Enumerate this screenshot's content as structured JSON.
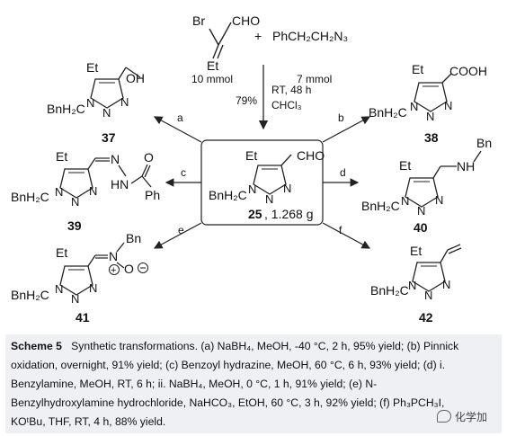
{
  "reaction": {
    "reagent1_label": "Br",
    "reagent1_group": "CHO",
    "reagent1_et": "Et",
    "plus": "+",
    "reagent2": "PhCH₂CH₂N₃",
    "amount1": "10 mmol",
    "amount2": "7 mmol",
    "yield_main": "79%",
    "condition_line1": "RT, 48 h",
    "condition_line2": "CHCl₃"
  },
  "center": {
    "et": "Et",
    "group": "CHO",
    "bnh2c": "BnH₂C",
    "n1": "N",
    "n2": "N",
    "n3": "N",
    "compound_number": "25",
    "compound_amount": ", 1.268 g"
  },
  "arrows": {
    "a": "a",
    "b": "b",
    "c": "c",
    "d": "d",
    "e": "e",
    "f": "f"
  },
  "compounds": {
    "c37": {
      "et": "Et",
      "group": "OH",
      "bnh2c": "BnH₂C",
      "n": "N",
      "number": "37"
    },
    "c38": {
      "et": "Et",
      "group": "COOH",
      "bnh2c": "BnH₂C",
      "n": "N",
      "number": "38"
    },
    "c39": {
      "et": "Et",
      "nh": "HN",
      "n_hz": "N",
      "ph": "Ph",
      "o": "O",
      "bnh2c": "BnH₂C",
      "n": "N",
      "number": "39"
    },
    "c40": {
      "et": "Et",
      "nh": "NH",
      "bn": "Bn",
      "bnh2c": "BnH₂C",
      "n": "N",
      "number": "40"
    },
    "c41": {
      "et": "Et",
      "bn": "Bn",
      "n_plus": "N",
      "o_minus": "O",
      "bnh2c": "BnH₂C",
      "n": "N",
      "number": "41"
    },
    "c42": {
      "et": "Et",
      "bnh2c": "BnH₂C",
      "n": "N",
      "number": "42"
    }
  },
  "caption": {
    "label": "Scheme 5",
    "text": "Synthetic transformations. (a) NaBH₄, MeOH, -40 °C, 2 h, 95% yield; (b) Pinnick oxidation, overnight, 91% yield; (c) Benzoyl hydrazine, MeOH, 60 °C, 6 h, 93% yield; (d) i. Benzylamine, MeOH, RT, 6 h; ii. NaBH₄, MeOH, 0 °C, 1 h, 91% yield; (e) N-Benzylhydroxylamine hydrochloride, NaHCO₃, EtOH, 60 °C, 3 h, 92% yield; (f) Ph₃PCH₃I, KOᵗBu, THF, RT, 4 h, 88% yield."
  },
  "watermark": {
    "text": "化学加"
  }
}
